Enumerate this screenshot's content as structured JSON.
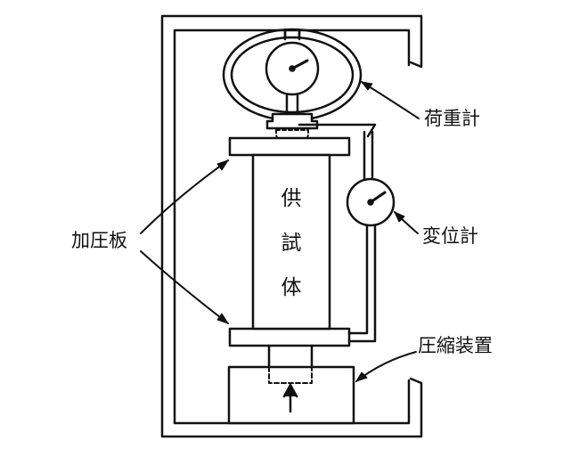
{
  "labels": {
    "load_gauge": "荷重計",
    "displacement_gauge": "変位計",
    "loading_plate": "加圧板",
    "compression_device": "圧縮装置",
    "specimen_chars": [
      "供",
      "試",
      "体"
    ]
  },
  "colors": {
    "ink": "#111111",
    "paper": "#ffffff"
  }
}
